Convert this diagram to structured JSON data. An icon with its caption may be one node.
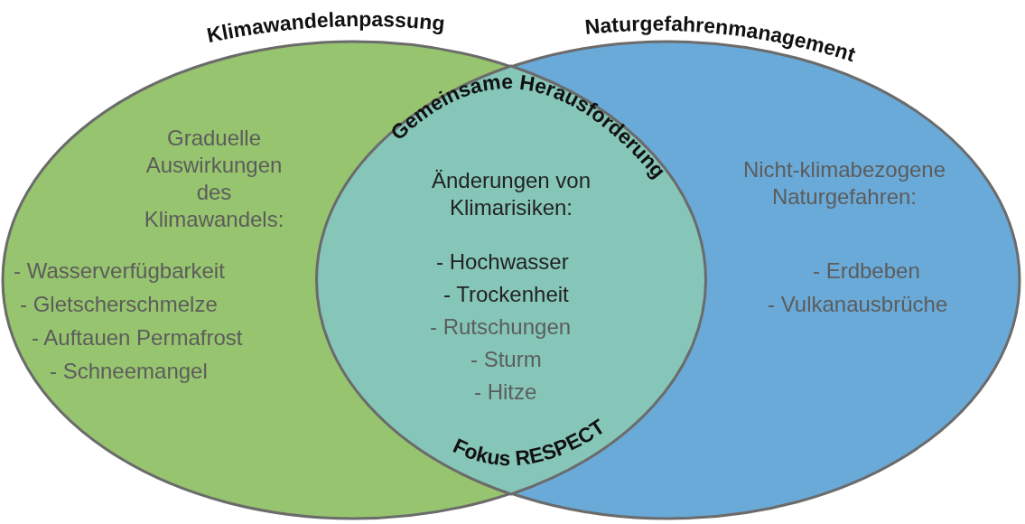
{
  "diagram": {
    "nodes": [
      {
        "text": [
          "Klimawandelanpassung",
          "Graduelle Auswirkungen des Klimawandels:",
          "- Wasserverfügbarkeit",
          "- Gletscherschmelze",
          "- Auftauen Permafrost",
          "- Schneemangel"
        ]
      },
      {
        "text": [
          "Naturgefahrenmanagement",
          "Nicht-klimabezogene Naturgefahren:",
          "- Erdbeben",
          "- Vulkanausbrüche"
        ]
      },
      {
        "text": [
          "Gemeinsame Herausforderung",
          "Änderungen von Klimarisiken:",
          "- Hochwasser",
          "- Trockenheit",
          "- Rutschungen",
          "- Sturm",
          "- Hitze",
          "Fokus RESPECT"
        ]
      }
    ]
  }
}
